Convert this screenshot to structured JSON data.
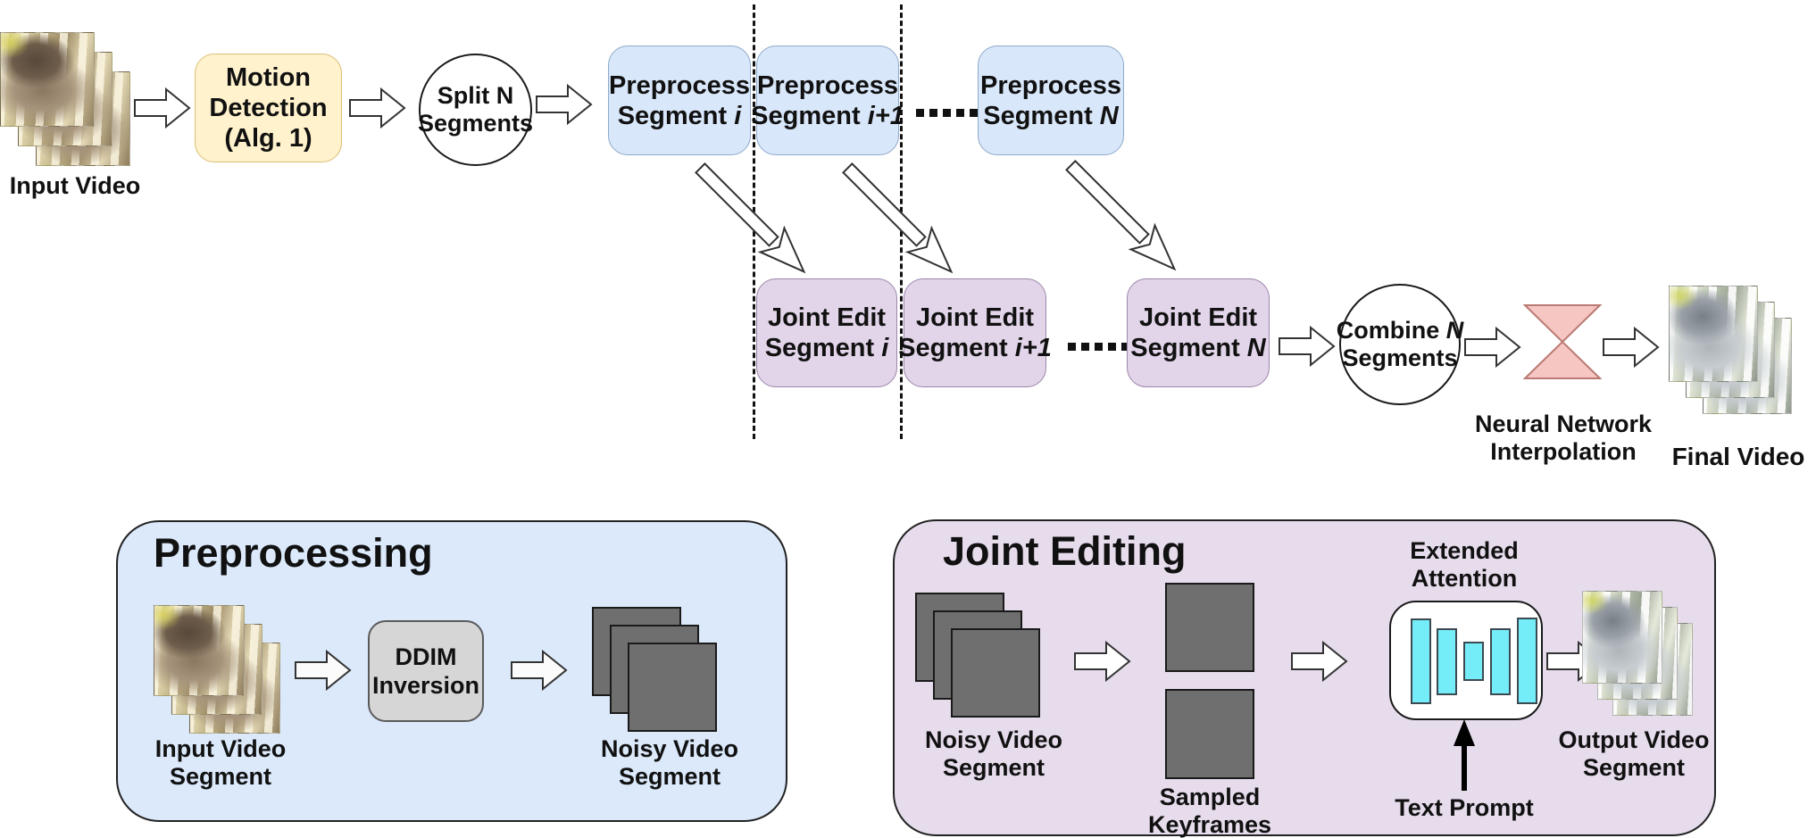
{
  "top": {
    "input_video_label": "Input Video",
    "motion": {
      "l1": "Motion",
      "l2": "Detection",
      "l3": "(Alg. 1)"
    },
    "split": {
      "l1": "Split N",
      "l2": "Segments"
    },
    "pre": [
      {
        "l1": "Preprocess",
        "l2": "Segment",
        "v": "i"
      },
      {
        "l1": "Preprocess",
        "l2": "Segment",
        "v": "i+1"
      },
      {
        "l1": "Preprocess",
        "l2": "Segment",
        "v": "N"
      }
    ],
    "ellipsis": ".....",
    "joint": [
      {
        "l1": "Joint Edit",
        "l2": "Segment",
        "v": "i"
      },
      {
        "l1": "Joint Edit",
        "l2": "Segment",
        "v": "i+1"
      },
      {
        "l1": "Joint Edit",
        "l2": "Segment",
        "v": "N"
      }
    ],
    "combine": {
      "l1": "Combine",
      "v": "N",
      "l2": "Segments"
    },
    "nn": {
      "l1": "Neural Network",
      "l2": "Interpolation"
    },
    "final_video_label": "Final Video"
  },
  "pre_panel": {
    "title": "Preprocessing",
    "input": {
      "l1": "Input Video",
      "l2": "Segment"
    },
    "ddim": {
      "l1": "DDIM",
      "l2": "Inversion"
    },
    "noisy": {
      "l1": "Noisy Video",
      "l2": "Segment"
    }
  },
  "edit_panel": {
    "title": "Joint Editing",
    "noisy": {
      "l1": "Noisy Video",
      "l2": "Segment"
    },
    "keyframes": {
      "l1": "Sampled",
      "l2": "Keyframes"
    },
    "attention": {
      "l1": "Extended",
      "l2": "Attention"
    },
    "text_prompt": "Text Prompt",
    "output": {
      "l1": "Output Video",
      "l2": "Segment"
    }
  },
  "colors": {
    "blue_box": "#d9e7fa",
    "purple_box": "#e2d5e9",
    "yellow_box": "#fff2cc",
    "blue_panel": "#dbe9fb",
    "purple_panel": "#e6dcec",
    "bowtie_pink": "#f5c6c2",
    "cyan_bar": "#74edf8",
    "dark_square": "#6f6f6f",
    "ddim_gray": "#d6d6d6"
  }
}
